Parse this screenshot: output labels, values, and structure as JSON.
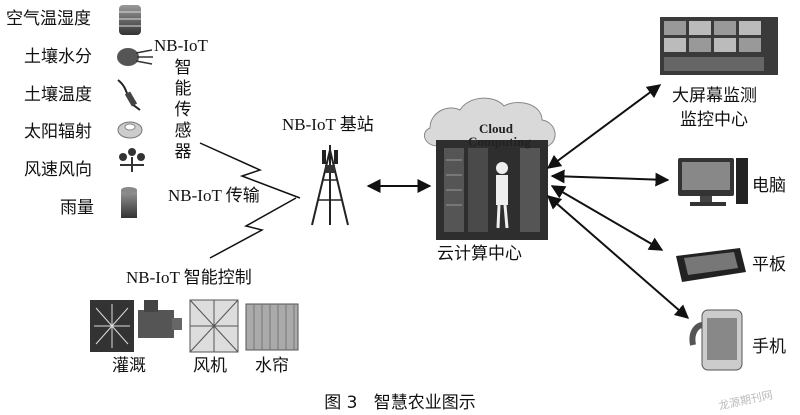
{
  "sensors": {
    "title": "NB-IoT 智能传感器",
    "title_prefix": "NB-IoT",
    "title_chars": [
      "智",
      "能",
      "传",
      "感",
      "器"
    ],
    "items": [
      {
        "label": "空气温湿度",
        "icon": "air-temp-humidity-sensor-icon"
      },
      {
        "label": "土壤水分",
        "icon": "soil-moisture-sensor-icon"
      },
      {
        "label": "土壤温度",
        "icon": "soil-temperature-sensor-icon"
      },
      {
        "label": "太阳辐射",
        "icon": "solar-radiation-sensor-icon"
      },
      {
        "label": "风速风向",
        "icon": "wind-speed-direction-sensor-icon"
      },
      {
        "label": "雨量",
        "icon": "rain-gauge-icon"
      }
    ]
  },
  "transmission": {
    "label": "NB-IoT 传输"
  },
  "base_station": {
    "label": "NB-IoT 基站"
  },
  "control": {
    "title": "NB-IoT 智能控制",
    "devices": [
      {
        "label": "灌溉",
        "icon": "irrigation-valve-icon"
      },
      {
        "label": "风机",
        "icon": "fan-icon"
      },
      {
        "label": "水帘",
        "icon": "water-curtain-icon"
      }
    ]
  },
  "cloud": {
    "label": "云计算中心",
    "logo_text_1": "Cloud",
    "logo_text_2": "Computing"
  },
  "terminals": [
    {
      "label_line1": "大屏幕监测",
      "label_line2": "监控中心",
      "icon": "monitor-wall-icon"
    },
    {
      "label_line1": "电脑",
      "label_line2": "",
      "icon": "desktop-computer-icon"
    },
    {
      "label_line1": "平板",
      "label_line2": "",
      "icon": "tablet-icon"
    },
    {
      "label_line1": "手机",
      "label_line2": "",
      "icon": "smartphone-icon"
    }
  ],
  "caption": {
    "figure_no": "图 3",
    "title": "智慧农业图示"
  },
  "watermark": "龙源期刊网",
  "colors": {
    "ink": "#111111",
    "gray_dark": "#444444",
    "gray_mid": "#888888",
    "gray_light": "#cccccc"
  }
}
